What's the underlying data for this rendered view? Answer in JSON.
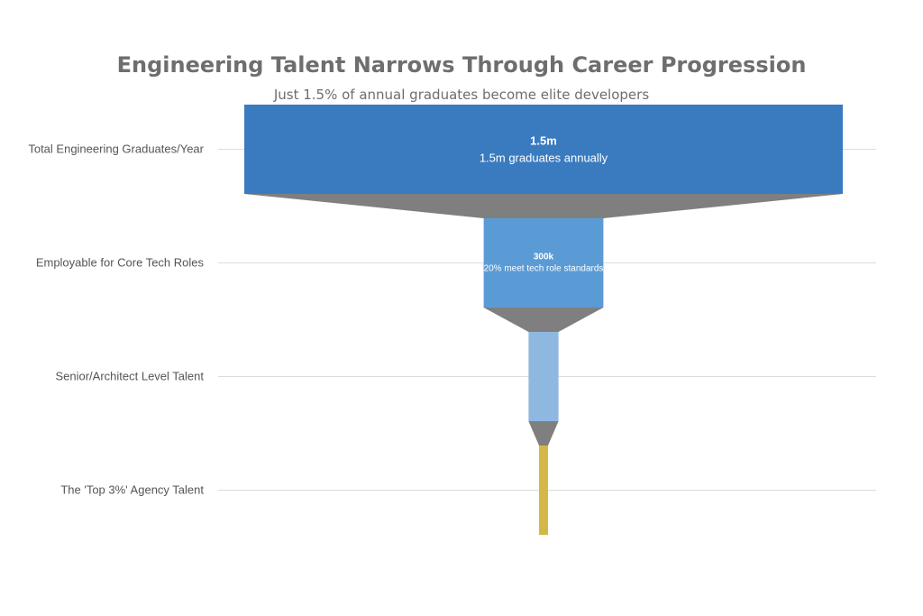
{
  "chart_data": {
    "type": "funnel",
    "title": "Engineering Talent Narrows Through Career Progression",
    "subtitle": "Just 1.5% of annual graduates become elite developers",
    "categories": [
      "Total Engineering Graduates/Year",
      "Employable for Core Tech Roles",
      "Senior/Architect Level Talent",
      "The 'Top 3%' Agency Talent"
    ],
    "values": [
      1500000,
      300000,
      75000,
      22500
    ],
    "value_labels": [
      "1.5m",
      "300k",
      "",
      ""
    ],
    "notes": [
      "1.5m graduates annually",
      "20% meet tech role standards",
      "",
      ""
    ],
    "colors": [
      "#3a7bbf",
      "#5b9bd5",
      "#8fb8e0",
      "#d4b847"
    ],
    "connector_color": "#7f7f7f",
    "grid": true
  }
}
